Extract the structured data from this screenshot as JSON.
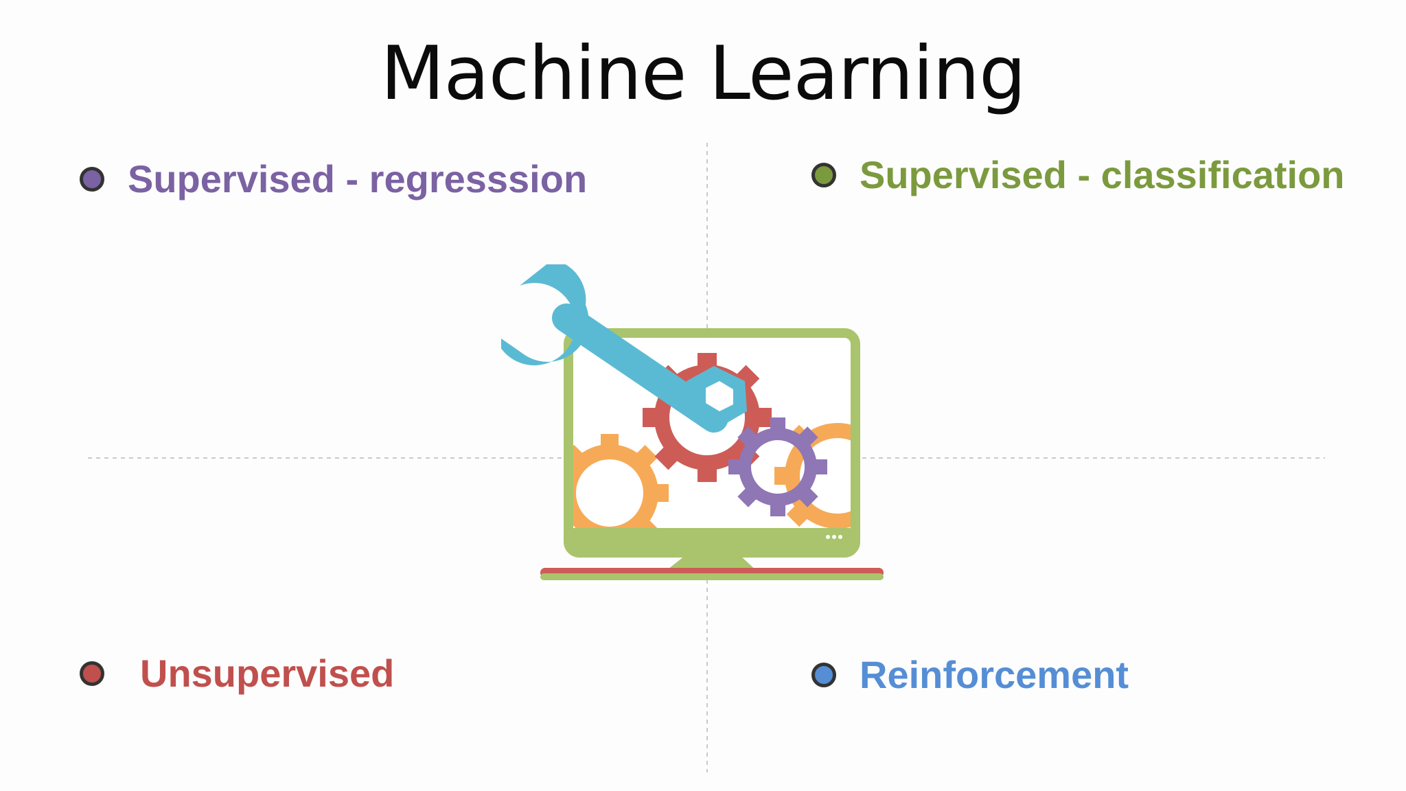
{
  "title": "Machine Learning",
  "quadrants": [
    {
      "label": "Supervised - regresssion",
      "color": "#7b62a3"
    },
    {
      "label": "Supervised - classification",
      "color": "#7b9a3e"
    },
    {
      "label": "Unsupervised",
      "color": "#c0504d"
    },
    {
      "label": "Reinforcement",
      "color": "#558ed5"
    }
  ],
  "illustration": {
    "icons": [
      "monitor-icon",
      "wrench-icon",
      "gear-icon"
    ],
    "colors": {
      "monitor": "#a9c46c",
      "wrench": "#5bbad3",
      "gear_red": "#cd5c57",
      "gear_purple": "#8f76b5",
      "gear_orange": "#f6aa57",
      "base_red": "#cd5c57"
    }
  }
}
